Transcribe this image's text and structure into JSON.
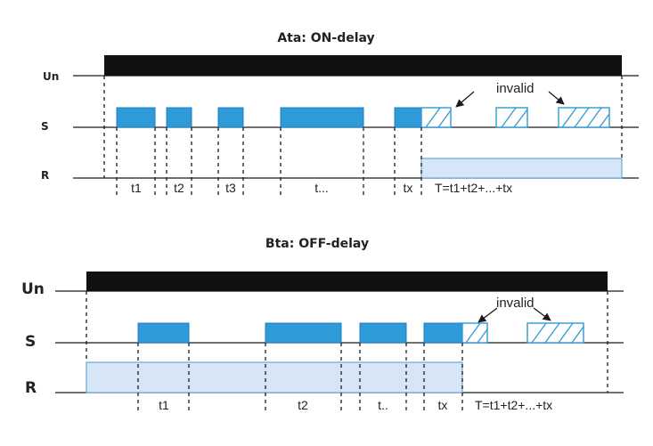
{
  "top": {
    "title": "Ata: ON-delay",
    "row_un": "Un",
    "row_s": "S",
    "row_r": "R",
    "invalid": "invalid",
    "intervals": [
      "t1",
      "t2",
      "t3",
      "t...",
      "tx"
    ],
    "formula": "T=t1+t2+...+tx"
  },
  "bottom": {
    "title": "Bta: OFF-delay",
    "row_un": "Un",
    "row_s": "S",
    "row_r": "R",
    "invalid": "invalid",
    "intervals": [
      "t1",
      "t2",
      "t..",
      "tx"
    ],
    "formula": "T=t1+t2+...+tx"
  },
  "colors": {
    "pulse": "#2e9ad7",
    "relay": "#d6e6f6",
    "supply": "#111111"
  }
}
